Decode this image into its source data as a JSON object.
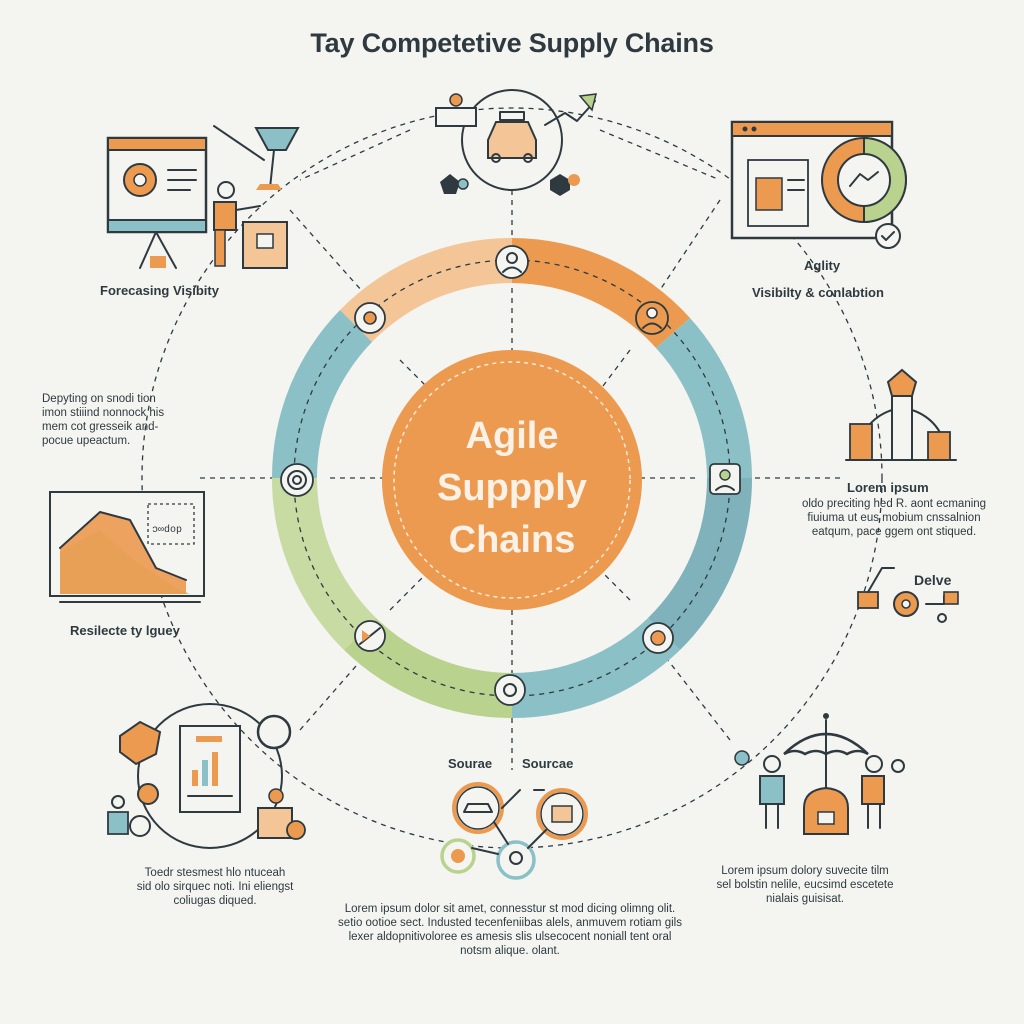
{
  "title": "Tay Competetive Supply Chains",
  "hub": {
    "lines": [
      "Agile",
      "Suppply",
      "Chains"
    ]
  },
  "nodes": {
    "forecasting": {
      "label": "Forecasing Visibity"
    },
    "agility": {
      "label": "Aglity",
      "sublabel": "Visibilty & conlabtion"
    },
    "left_note": {
      "lines": [
        "Depyting on snodi tion",
        "imon stiiind nonnock his",
        "mem cot gresseik and-",
        "pocue upeactum."
      ]
    },
    "resilience": {
      "label": "Resilecte ty lguey"
    },
    "lorem_right": {
      "label": "Lorem ipsum",
      "lines": [
        "oldo preciting hed R. aont ecmaning",
        "fiuiuma ut eus mobium cnssalnion",
        "eatqum, pace ggem ont stiqued."
      ]
    },
    "deliver": {
      "label": "Delve"
    },
    "source": {
      "label_left": "Sourae",
      "label_right": "Sourcae"
    },
    "bottom_left": {
      "lines": [
        "Toedr stesmest hlo ntuceah",
        "sid olo sirquec noti. Ini eliengst",
        "coliugas diqued."
      ]
    },
    "bottom_center": {
      "lines": [
        "Lorem ipsum dolor sit amet, connesstur st mod dicing olimng olit.",
        "setio ootioe sect. Industed tecenfeniibas alels, anmuvem rotiam gils",
        "lexer aldopnitivoloree es amesis slis ulsecocent noniall tent oral",
        "notsm alique. olant."
      ]
    },
    "bottom_right": {
      "lines": [
        "Lorem ipsum dolory suvecite tilm",
        "sel bolstin nelile, eucsimd escetete",
        "nialais guisisat."
      ]
    }
  },
  "icons": {
    "top_center": "car-manager-growth-icon",
    "top_left": "presentation-board-icon",
    "top_right": "dashboard-window-icon",
    "right_mid": "dollar-scale-icon",
    "left_chart": "trend-chart-icon",
    "right_deliver": "delivery-network-icon",
    "bottom_left": "report-team-icon",
    "bottom_center": "source-network-icon",
    "bottom_right": "umbrella-protection-icon"
  },
  "colors": {
    "orange": "#ec9a4f",
    "light_orange": "#f3c597",
    "teal": "#8cc0c7",
    "green": "#b9d28e",
    "dark": "#2f3a40",
    "background": "#f4f4f1"
  }
}
